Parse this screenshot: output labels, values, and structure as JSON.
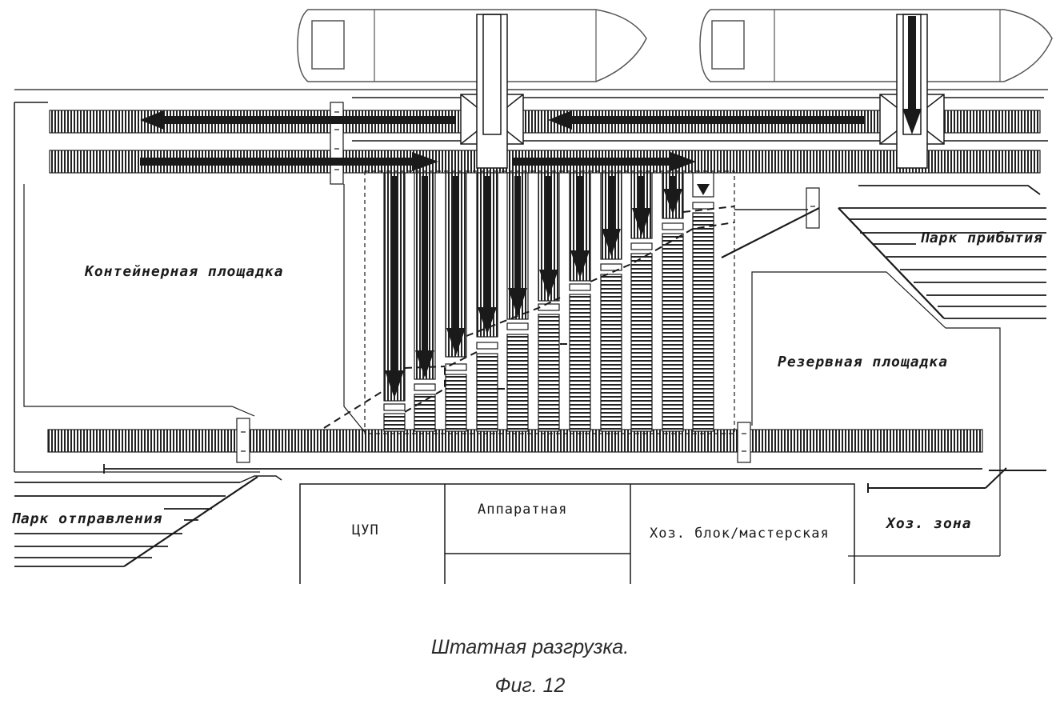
{
  "labels": {
    "container_area": "Контейнерная площадка",
    "arrival_park": "Парк прибытия",
    "reserve_area": "Резервная площадка",
    "departure_park": "Парк отправления",
    "control_center": "ЦУП",
    "equipment_room": "Аппаратная",
    "utility_block": "Хоз. блок/мастерская",
    "utility_zone": "Хоз. зона"
  },
  "caption": {
    "title": "Штатная разгрузка.",
    "figure": "Фиг. 12"
  },
  "colors": {
    "line": "#1a1a1a",
    "arrow": "#1a1a1a",
    "hull": "#555555",
    "background": "#ffffff"
  }
}
